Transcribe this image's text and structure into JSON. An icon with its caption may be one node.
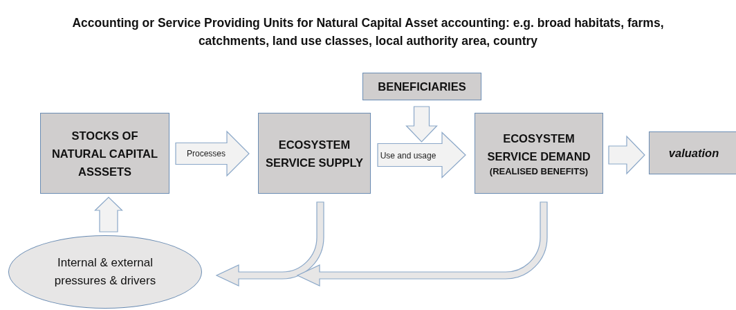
{
  "diagram": {
    "title": "Accounting or Service Providing Units for Natural Capital Asset accounting: e.g. broad habitats, farms, catchments, land use classes, local authority area, country",
    "nodes": [
      {
        "text": [
          "STOCKS OF NATURAL CAPITAL ASSSETS"
        ]
      },
      {
        "text": [
          "ECOSYSTEM SERVICE SUPPLY"
        ]
      },
      {
        "text": [
          "BENEFICIARIES"
        ]
      },
      {
        "text": [
          "ECOSYSTEM SERVICE DEMAND",
          "(REALISED BENEFITS)"
        ]
      },
      {
        "text": [
          "valuation"
        ]
      },
      {
        "text": [
          "Internal & external pressures & drivers"
        ]
      }
    ],
    "edges": [
      {
        "from": 0,
        "to": 1,
        "arrow": "to",
        "label": "Processes"
      },
      {
        "from": 2,
        "to": 3,
        "arrow": "to"
      },
      {
        "from": 1,
        "to": 3,
        "arrow": "to",
        "label": "Use and usage"
      },
      {
        "from": 3,
        "to": 4,
        "arrow": "to"
      },
      {
        "from": 5,
        "to": 0,
        "arrow": "to"
      },
      {
        "from": 1,
        "to": 5,
        "arrow": "to"
      },
      {
        "from": 3,
        "to": 5,
        "arrow": "to"
      }
    ]
  }
}
